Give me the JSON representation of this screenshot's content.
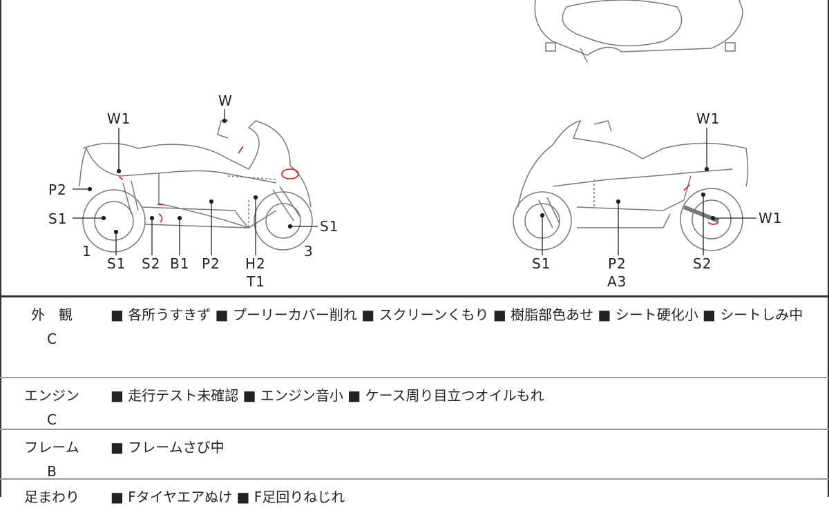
{
  "diagram": {
    "left_view_labels": {
      "w_top": "W",
      "w1": "W1",
      "p2_left": "P2",
      "s1_left": "S1",
      "num_1": "1",
      "s1_bottom": "S1",
      "s2": "S2",
      "b1": "B1",
      "p2_bottom": "P2",
      "h2": "H2",
      "t1": "T1",
      "num_3": "3",
      "s1_right": "S1"
    },
    "right_view_labels": {
      "w1_top": "W1",
      "w1_right": "W1",
      "s1": "S1",
      "p2": "P2",
      "a3": "A3",
      "s2": "S2"
    },
    "mark_color": "#cc1a1a"
  },
  "rows": [
    {
      "category": "外　観",
      "grade": "C",
      "notes": "■ 各所うすきず ■ プーリーカバー削れ ■ スクリーンくもり ■ 樹脂部色あせ ■ シート硬化小 ■ シートしみ中"
    },
    {
      "category": "エンジン",
      "grade": "C",
      "notes": "■ 走行テスト未確認 ■ エンジン音小 ■ ケース周り目立つオイルもれ"
    },
    {
      "category": "フレーム",
      "grade": "B",
      "notes": "■ フレームさび中"
    },
    {
      "category": "足まわり",
      "grade": "",
      "notes": "■ Fタイヤエアぬけ ■ F足回りねじれ"
    }
  ]
}
